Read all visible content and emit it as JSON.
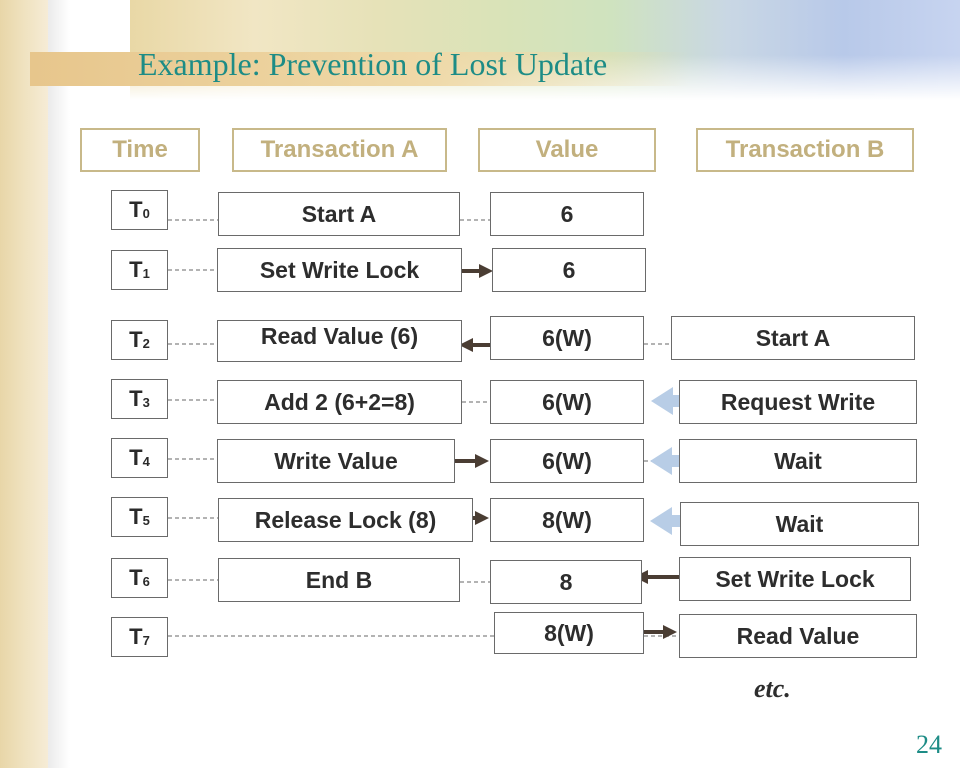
{
  "title": "Example: Prevention of Lost Update",
  "headers": {
    "time": "Time",
    "transaction_a": "Transaction A",
    "value": "Value",
    "transaction_b": "Transaction B"
  },
  "time_labels": [
    {
      "base": "T",
      "sub": "0"
    },
    {
      "base": "T",
      "sub": "1"
    },
    {
      "base": "T",
      "sub": "2"
    },
    {
      "base": "T",
      "sub": "3"
    },
    {
      "base": "T",
      "sub": "4"
    },
    {
      "base": "T",
      "sub": "5"
    },
    {
      "base": "T",
      "sub": "6"
    },
    {
      "base": "T",
      "sub": "7"
    }
  ],
  "transaction_a": [
    "Start A",
    "Set Write Lock",
    "Read Value (6)",
    "Add 2 (6+2=8)",
    "Write Value",
    "Release Lock (8)",
    "End B"
  ],
  "values": [
    "6",
    "6",
    "6(W)",
    "6(W)",
    "6(W)",
    "8(W)",
    "8",
    "8(W)"
  ],
  "transaction_b": [
    "Start A",
    "Request Write",
    "Wait",
    "Wait",
    "Set Write Lock",
    "Read Value"
  ],
  "footer": {
    "etc": "etc.",
    "page_number": "24"
  },
  "colors": {
    "title": "#1d8c86",
    "header_border": "#c8b98a",
    "header_text": "#c2b07e",
    "arrow_dark": "#4a3d33",
    "arrow_light": "#b8cde6"
  }
}
